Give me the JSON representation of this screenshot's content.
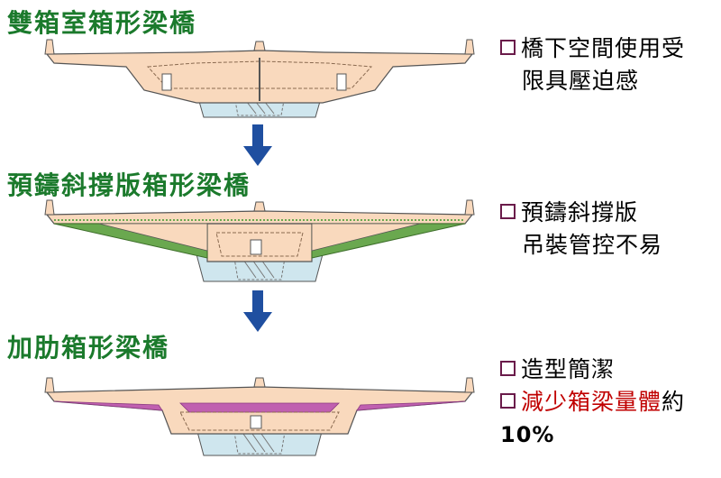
{
  "sections": [
    {
      "title": "雙箱室箱形梁橋",
      "notes": [
        {
          "line1": "橋下空間使用受",
          "line2": "限具壓迫感"
        }
      ]
    },
    {
      "title": "預鑄斜撐版箱形梁橋",
      "notes": [
        {
          "line1": "預鑄斜撐版",
          "line2": "吊裝管控不易"
        }
      ]
    },
    {
      "title": "加肋箱形梁橋",
      "notes": [
        {
          "line1": "造型簡潔"
        },
        {
          "line1_red": "減少箱梁量體",
          "line1_tail": "約",
          "line2": "10%"
        }
      ]
    }
  ],
  "colors": {
    "title": "#1b7a2c",
    "deck": "#f9d9bd",
    "strut": "#6aa84f",
    "rib": "#c060b0",
    "pier": "#cfe6ee",
    "arrow": "#1f4fa0",
    "checkbox": "#6a1b4a",
    "highlight": "#c00000"
  },
  "icons": [
    "down-arrow-icon",
    "checkbox-icon"
  ]
}
